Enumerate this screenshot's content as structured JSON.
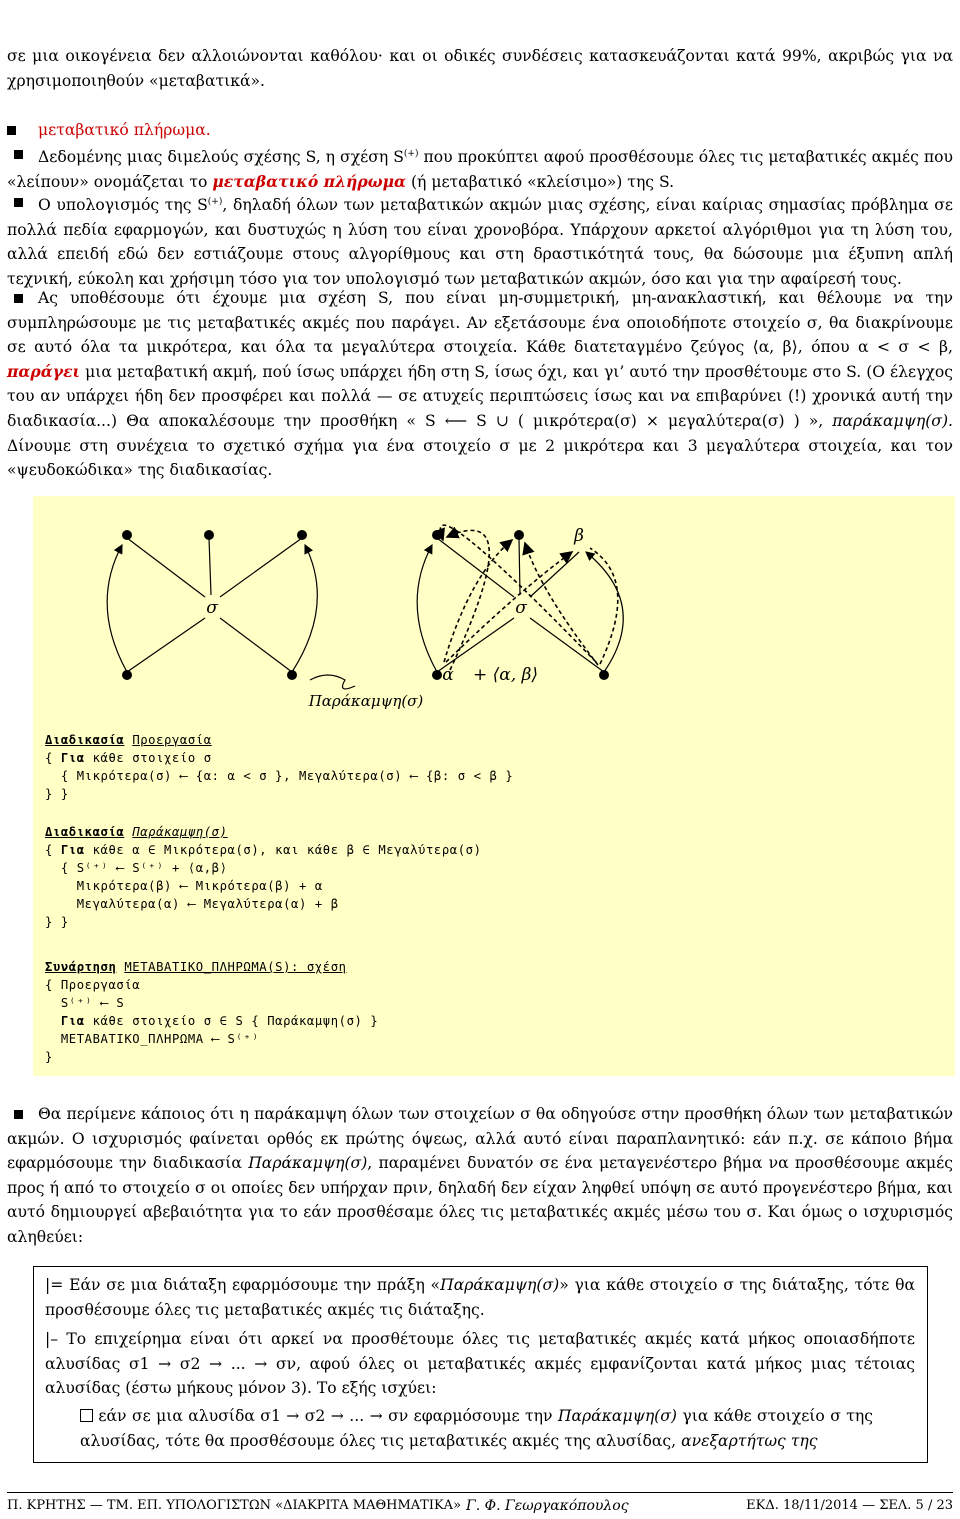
{
  "intro": {
    "line1": "σε μια οικογένεια δεν αλλοιώνονται καθόλου· και οι οδικές συνδέσεις κατασκευάζονται κατά 99%, ακριβώς για να χρησιμοποιηθούν «μεταβατικά»."
  },
  "heading": "μεταβατικό πλήρωμα.",
  "bullet1": {
    "a": "Δεδομένης μιας διμελούς σχέσης S, η σχέση S",
    "sup": "(+)",
    "b": " που προκύπτει αφού προσθέσουμε όλες τις μεταβατικές ακμές που «λείπουν» ονομάζεται το ",
    "term": "μεταβατικό πλήρωμα",
    "c": " (ή μεταβατικό «κλείσιμο») της S."
  },
  "bullet2": {
    "a": "Ο υπολογισμός της S",
    "sup": "(+)",
    "b": ", δηλαδή όλων των μεταβατικών ακμών μιας σχέσης, είναι καίριας σημασίας πρόβλημα σε πολλά πεδία εφαρμογών, και δυστυχώς η λύση του είναι χρονοβόρα. Υπάρχουν αρκετοί αλγόριθμοι για τη λύση του, αλλά επειδή εδώ δεν εστιάζουμε στους αλγορίθμους και στη δραστικότητά τους, θα δώσουμε μια έξυπνη απλή τεχνική, εύκολη και χρήσιμη τόσο για τον υπολογισμό των μεταβατικών ακμών, όσο και για την αφαίρεσή τους."
  },
  "bullet3": {
    "a": "Ας υποθέσουμε ότι έχουμε μια σχέση S, που είναι μη-συμμετρική, μη-ανακλαστική, και θέλουμε να την συμπληρώσουμε με τις μεταβατικές ακμές που παράγει. Αν εξετάσουμε ένα οποιοδήποτε στοιχείο σ, θα διακρίνουμε σε αυτό όλα τα μικρότερα, και όλα τα μεγαλύτερα στοιχεία. Κάθε διατεταγμένο ζεύγος ⟨α, β⟩, όπου α < σ < β, ",
    "term": "παράγει",
    "b": " μια μεταβατική ακμή, πού ίσως υπάρχει ήδη στη S, ίσως όχι, και γι’ αυτό την προσθέτουμε στο S. (Ο έλεγχος του αν υπάρχει ήδη δεν προσφέρει και πολλά — σε ατυχείς περιπτώσεις ίσως και να επιβαρύνει (!) χρονικά αυτή την διαδικασία...) Θα αποκαλέσουμε την προσθήκη « S ⟵ S ∪ ( μικρότερα(σ) × μεγαλύτερα(σ) ) », ",
    "it": "παράκαμψη(σ).",
    "c": " Δίνουμε στη συνέχεια το σχετικό σχήμα για ένα στοιχείο σ με 2 μικρότερα και 3 μεγαλύτερα στοιχεία, και τον «ψευδοκώδικα» της διαδικασίας."
  },
  "diagram": {
    "sigma_left": "σ",
    "sigma_right": "σ",
    "beta": "β",
    "alpha": "α",
    "plus_pair": "+ ⟨α, β⟩",
    "caption": "Παράκαμψη(σ)"
  },
  "code1": {
    "title_kw": "Διαδικασία",
    "title_name": "Προεργασία",
    "line1_a": "{ ",
    "line1_kw": "Για",
    "line1_b": " κάθε στοιχείο σ",
    "line2": "  { Μικρότερα(σ) ⟵ {α: α < σ }, Μεγαλύτερα(σ) ⟵ {β: σ < β }",
    "line3": "} }"
  },
  "code2": {
    "title_kw": "Διαδικασία",
    "title_name": "Παράκαμψη(σ)",
    "line1_a": "{ ",
    "line1_kw": "Για",
    "line1_b": " κάθε α ∈ Μικρότερα(σ), και κάθε β ∈ Μεγαλύτερα(σ)",
    "line2": "  { S⁽⁺⁾ ⟵ S⁽⁺⁾ + ⟨α,β⟩",
    "line3": "    Μικρότερα(β) ⟵ Μικρότερα(β) + α",
    "line4": "    Μεγαλύτερα(α) ⟵ Μεγαλύτερα(α) + β",
    "line5": "} }"
  },
  "code3": {
    "title_kw": "Συνάρτηση",
    "title_name": "ΜΕΤΑΒΑΤΙΚΟ_ΠΛΗΡΩΜΑ(S): σχέση",
    "line1": "{ Προεργασία",
    "line2": "  S⁽⁺⁾ ⟵ S",
    "line3_kw": "Για",
    "line3_b": " κάθε στοιχείο σ ∈ S { Παράκαμψη(σ) }",
    "line4": "  ΜΕΤΑΒΑΤΙΚΟ_ΠΛΗΡΩΜΑ ⟵ S⁽⁺⁾",
    "line5": "}"
  },
  "bullet4": {
    "a": "Θα περίμενε κάποιος ότι η παράκαμψη όλων των στοιχείων σ θα οδηγούσε στην προσθήκη όλων των μεταβατικών ακμών. Ο ισχυρισμός φαίνεται ορθός εκ πρώτης όψεως, αλλά αυτό είναι παραπλανητικό: εάν π.χ. σε κάποιο βήμα εφαρμόσουμε την διαδικασία ",
    "it": "Παράκαμψη(σ)",
    "b": ", παραμένει δυνατόν σε ένα μεταγενέστερο βήμα να προσθέσουμε ακμές προς ή από το στοιχείο σ οι οποίες δεν υπήρχαν πριν, δηλαδή δεν είχαν ληφθεί υπόψη σε αυτό προγενέστερο βήμα, και αυτό δημιουργεί αβεβαιότητα για το εάν προσθέσαμε όλες τις μεταβατικές ακμές μέσω του σ. Και όμως ο ισχυρισμός αληθεύει:"
  },
  "theorem": {
    "sym": "|=",
    "a": " Εάν σε μια διάταξη εφαρμόσουμε την πράξη «",
    "it": "Παράκαμψη(σ)",
    "b": "» για κάθε στοιχείο σ της διάταξης, τότε θα προσθέσουμε όλες τις μεταβατικές ακμές τις διάταξης."
  },
  "proof": {
    "sym": "|–",
    "a": " Το επιχείρημα είναι ότι αρκεί να προσθέτουμε όλες τις μεταβατικές ακμές κατά μήκος οποιασδήποτε αλυσίδας σ1 → σ2 → ... → σν, αφού όλες οι μεταβατικές ακμές εμφανίζονται κατά μήκος μιας τέτοιας αλυσίδας (έστω μήκους μόνον 3). Το εξής ισχύει:",
    "claim_a": " εάν σε μια αλυσίδα σ1 → σ2 → ... → σν εφαρμόσουμε την ",
    "claim_it": "Παράκαμψη(σ)",
    "claim_b": " για κάθε στοιχείο σ της αλυσίδας, τότε θα προσθέσουμε όλες τις μεταβατικές ακμές της αλυσίδας, ",
    "claim_it2": "ανεξαρτήτως της"
  },
  "footer": {
    "left": "Π. ΚΡΗΤΗΣ — ΤΜ. ΕΠ. ΥΠΟΛΟΓΙΣΤΩΝ «ΔΙΑΚΡΙΤΑ ΜΑΘΗΜΑΤΙΚΑ»",
    "author": "Γ. Φ. Γεωργακόπουλος",
    "right": "ΕΚΔ. 18/11/2014 — ΣΕΛ. 5 / 23"
  }
}
